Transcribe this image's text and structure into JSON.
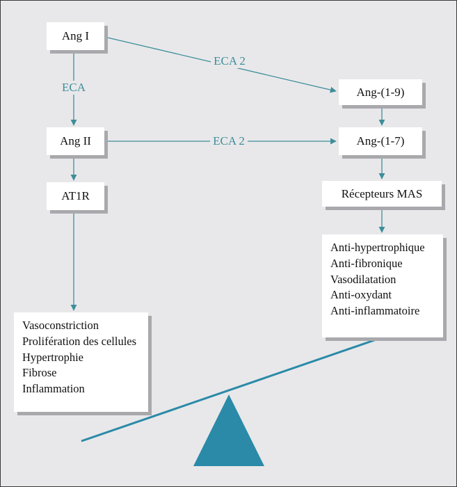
{
  "nodes": {
    "ang1": "Ang I",
    "ang2": "Ang II",
    "at1r": "AT1R",
    "ang19": "Ang-(1-9)",
    "ang17": "Ang-(1-7)",
    "mas": "Récepteurs MAS"
  },
  "edge_labels": {
    "eca": "ECA",
    "eca2_top": "ECA 2",
    "eca2_middle": "ECA 2"
  },
  "left_effects": [
    "Vasoconstriction",
    "Prolifération des cellules",
    "Hypertrophie",
    "Fibrose",
    "Inflammation"
  ],
  "right_effects": [
    "Anti-hypertrophique",
    "Anti-fibronique",
    "Vasodilatation",
    "Anti-oxydant",
    "Anti-inflammatoire"
  ],
  "colors": {
    "arrow": "#3d8e9a",
    "balance": "#2a8aa8",
    "background": "#e8e8ea",
    "shadow": "#a9a9ad"
  }
}
